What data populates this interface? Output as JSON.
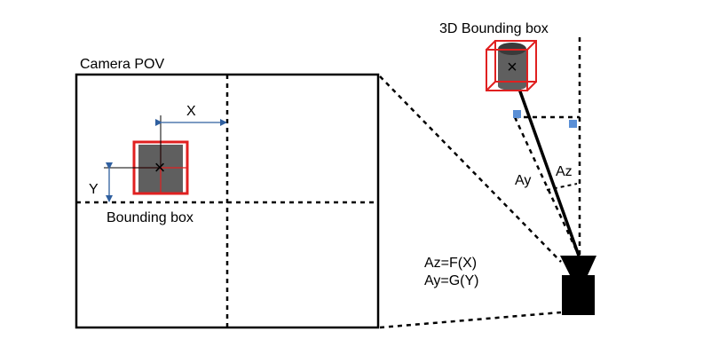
{
  "labels": {
    "camera_pov": "Camera POV",
    "x": "X",
    "y": "Y",
    "bounding_box": "Bounding box",
    "bbox_3d": "3D Bounding box",
    "ay": "Ay",
    "az": "Az",
    "eq_az": "Az=F(X)",
    "eq_ay": "Ay=G(Y)",
    "center_mark": "×",
    "object_mark": "×"
  },
  "colors": {
    "line": "#000000",
    "bbox_red": "#e02020",
    "object_gray": "#5f5f5f",
    "arrow_blue": "#2f5f9f",
    "marker_blue": "#5a8fd6",
    "camera": "#000000"
  }
}
